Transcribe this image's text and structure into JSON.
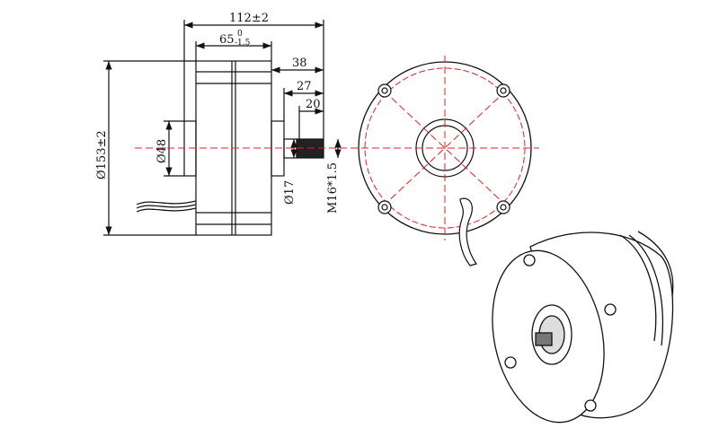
{
  "drawing": {
    "overall_length": "112±2",
    "body_length": "65",
    "body_tol_upper": "0",
    "body_tol_lower": "-1.5",
    "shaft_ext": "38",
    "hub_to_end": "27",
    "thread_length": "20",
    "outer_diameter": "Ø153±2",
    "hub_diameter": "Ø48",
    "shaft_diameter": "Ø17",
    "thread_spec": "M16*1.5"
  },
  "colors": {
    "line": "#111111",
    "centerline": "#e02020"
  }
}
